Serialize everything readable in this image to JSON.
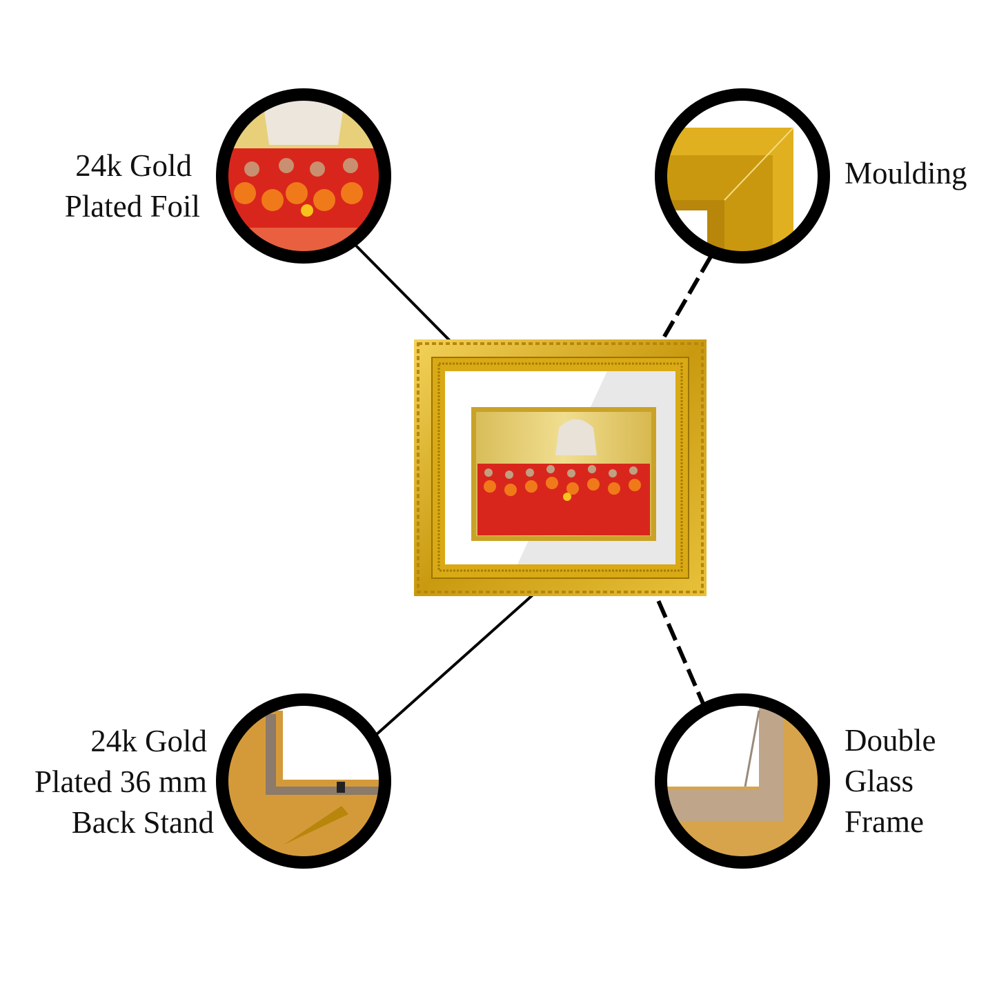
{
  "features": [
    {
      "id": "foil",
      "lines": [
        "24k Gold",
        "Plated Foil"
      ]
    },
    {
      "id": "moulding",
      "lines": [
        "Moulding"
      ]
    },
    {
      "id": "stand",
      "lines": [
        "24k Gold",
        "Plated 36 mm",
        "Back Stand"
      ]
    },
    {
      "id": "glass",
      "lines": [
        "Double",
        "Glass",
        "Frame"
      ]
    }
  ],
  "colors": {
    "gold": "#d4a017",
    "gold_dark": "#a67c00",
    "red": "#d9261c",
    "marigold": "#f07a1a",
    "ring": "#000000"
  }
}
